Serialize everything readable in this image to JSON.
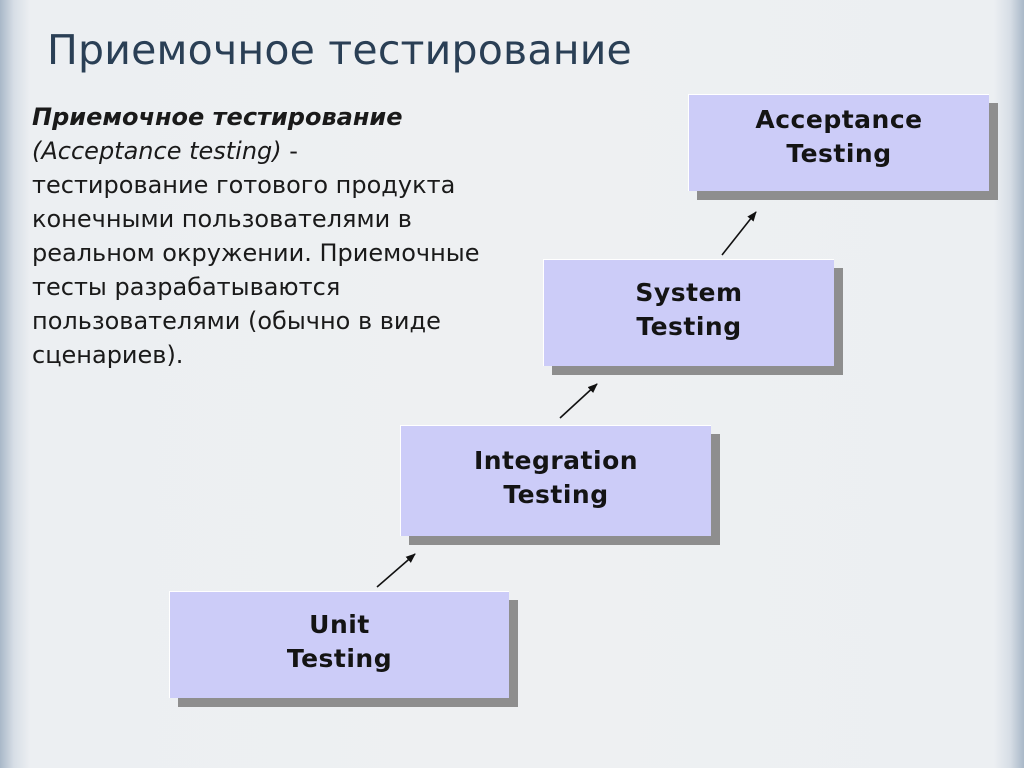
{
  "slide": {
    "title": "Приемочное тестирование",
    "description": {
      "term": "Приемочное тестирование",
      "english": "(Acceptance testing)",
      "dash": " -",
      "body": "тестирование готового продукта конечными пользователями в реальном окружении. Приемочные тесты разрабатываются пользователями (обычно в виде сценариев)."
    }
  },
  "stages": [
    {
      "id": "unit",
      "label": "Unit\nTesting"
    },
    {
      "id": "integration",
      "label": "Integration\nTesting"
    },
    {
      "id": "system",
      "label": "System\nTesting"
    },
    {
      "id": "acceptance",
      "label": "Acceptance\nTesting"
    }
  ],
  "colors": {
    "stage_fill": "#ccccf8",
    "stage_shadow": "#8e8e8e",
    "title": "#2a3f55"
  }
}
